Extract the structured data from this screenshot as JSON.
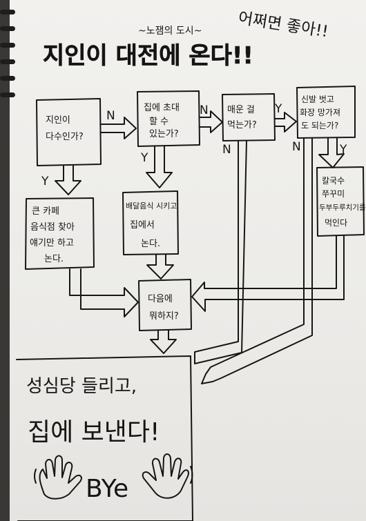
{
  "header": {
    "subtitle": "~노잼의 도시~",
    "title": "지인이 대전에 온다!!",
    "exclamation": "어쩌면 좋아!!"
  },
  "nodes": {
    "q_many": [
      "지인이",
      "다수인가?"
    ],
    "q_invite": [
      "집에 초대",
      "할 수",
      "있는가?"
    ],
    "q_spicy": [
      "매운 걸",
      "먹는가?"
    ],
    "q_shoes": [
      "신발 벗고",
      "화장 망가져",
      "도 되는가?"
    ],
    "a_cafe": [
      "큰 카페",
      "음식점 찾아",
      "얘기만 하고",
      "논다."
    ],
    "a_delivery": [
      "배달음식 시키고",
      "집에서",
      "논다."
    ],
    "a_kalguksu": [
      "칼국수",
      "쭈꾸미",
      "두부두루치기를",
      "먹인다"
    ],
    "q_next": [
      "다음에",
      "뭐하지?"
    ],
    "final": [
      "성심당 들리고,",
      "집에 보낸다!",
      "BYe"
    ]
  },
  "edges": {
    "yes": "Y",
    "no": "N"
  },
  "colors": {
    "ink": "#151515",
    "paper": "#efeeeb"
  }
}
